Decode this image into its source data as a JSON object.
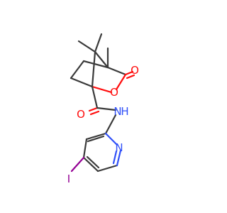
{
  "molecule": {
    "atoms": {
      "o_ring": {
        "text": "O",
        "color": "#ff0d0d"
      },
      "o_carbonyl_lactone": {
        "text": "O",
        "color": "#ff0d0d"
      },
      "o_carbonyl_amide": {
        "text": "O",
        "color": "#ff0d0d"
      },
      "nh_amide": {
        "text": "N",
        "h_text": "H",
        "color": "#3050f8"
      },
      "n_pyridine": {
        "text": "N",
        "color": "#3050f8"
      },
      "iodine": {
        "text": "I",
        "color": "#940094"
      }
    },
    "colors": {
      "bond": "#3a3a3a",
      "oxygen": "#ff0d0d",
      "nitrogen": "#3050f8",
      "iodine": "#940094",
      "background": "#ffffff"
    }
  }
}
